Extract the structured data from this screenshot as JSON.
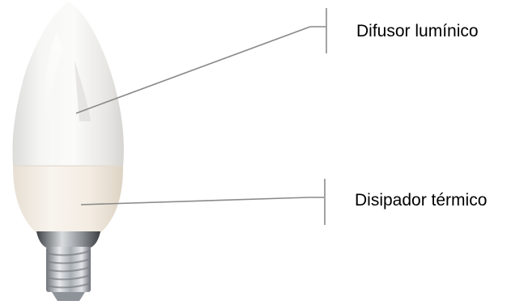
{
  "labels": {
    "diffuser": "Difusor lumínico",
    "heatsink": "Disipador térmico"
  },
  "colors": {
    "leader_line": "#8a8a8a",
    "diffuser": "#f0efec",
    "heatsink": "#f3eee6",
    "base_metal": "#b7bcc2"
  },
  "icons": {
    "bulb": "candle-led-bulb-illustration"
  }
}
